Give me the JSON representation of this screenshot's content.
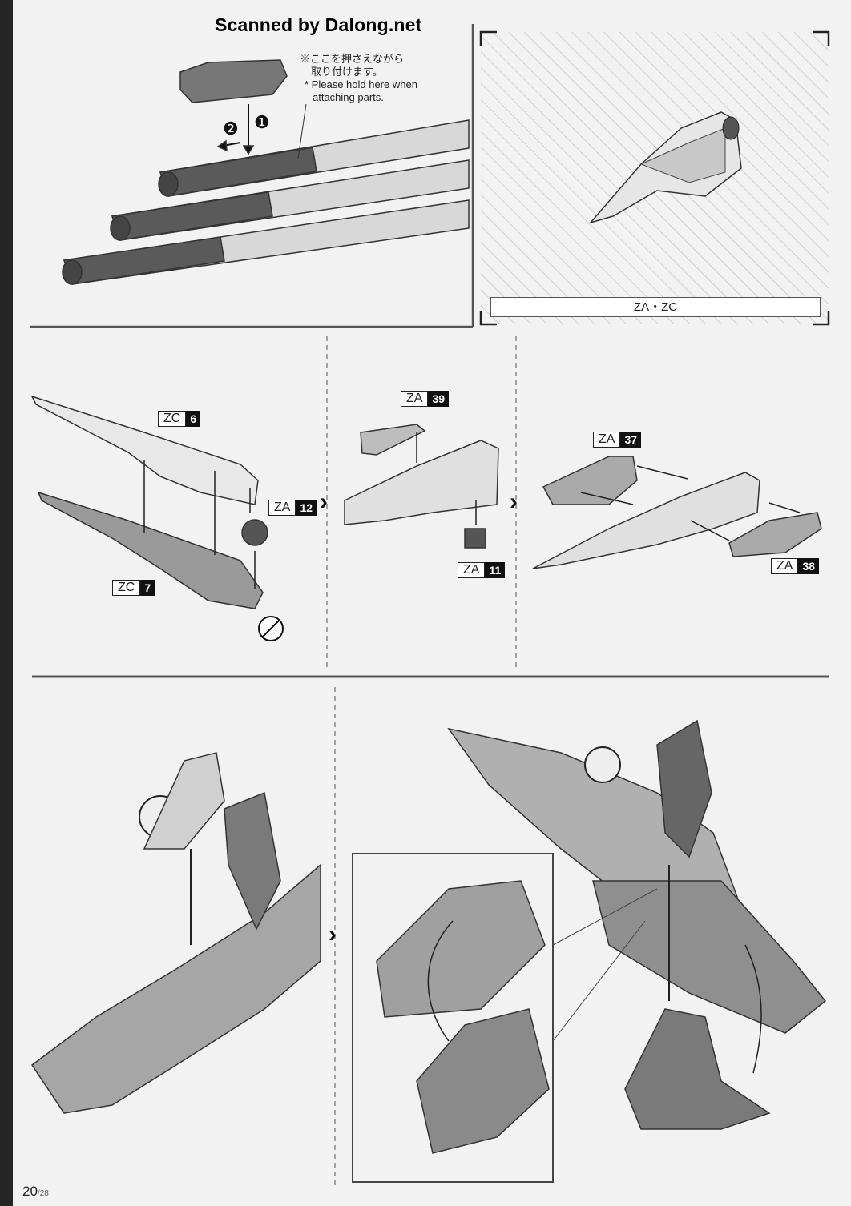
{
  "watermark": "Scanned by Dalong.net",
  "note": {
    "jp_line1": "※ここを押さえながら",
    "jp_line2": "取り付けます。",
    "en_line1": "* Please hold here when",
    "en_line2": "attaching parts."
  },
  "step_markers": {
    "first": "❶",
    "second": "❷"
  },
  "reference_box": {
    "label": "ZA・ZC"
  },
  "parts": {
    "zc6": {
      "letter": "ZC",
      "number": "6"
    },
    "zc7": {
      "letter": "ZC",
      "number": "7"
    },
    "za12": {
      "letter": "ZA",
      "number": "12"
    },
    "za39": {
      "letter": "ZA",
      "number": "39"
    },
    "za11": {
      "letter": "ZA",
      "number": "11"
    },
    "za37": {
      "letter": "ZA",
      "number": "37"
    },
    "za38": {
      "letter": "ZA",
      "number": "38"
    }
  },
  "chevron": "›",
  "page": {
    "current": "20",
    "total": "/28"
  },
  "colors": {
    "sidebar": "#262626",
    "part_dark": "#555555",
    "part_mid": "#999999",
    "part_light": "#dcdcdc"
  }
}
